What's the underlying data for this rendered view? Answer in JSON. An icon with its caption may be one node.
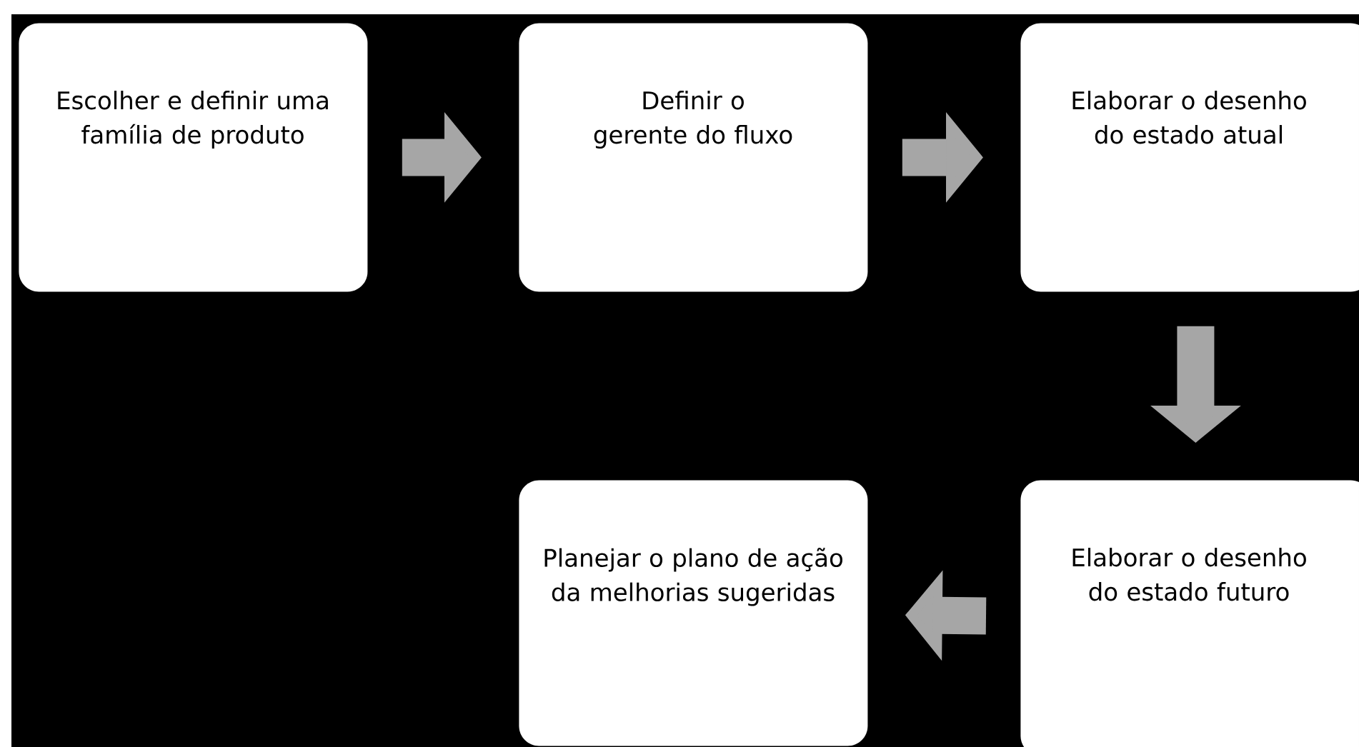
{
  "diagram": {
    "nodes": [
      {
        "text": [
          "Escolher e definir uma família de produto"
        ]
      },
      {
        "text": [
          "Definir o gerente do fluxo"
        ]
      },
      {
        "text": [
          "Elaborar o desenho do estado atual"
        ]
      },
      {
        "text": [
          "Elaborar o desenho do estado futuro"
        ]
      },
      {
        "text": [
          "Planejar o plano de ação da melhorias sugeridas"
        ]
      }
    ],
    "edges": [
      {
        "from": 0,
        "to": 1,
        "arrow": "to"
      },
      {
        "from": 1,
        "to": 2,
        "arrow": "to"
      },
      {
        "from": 2,
        "to": 3,
        "arrow": "to"
      },
      {
        "from": 3,
        "to": 4,
        "arrow": "to"
      }
    ]
  }
}
